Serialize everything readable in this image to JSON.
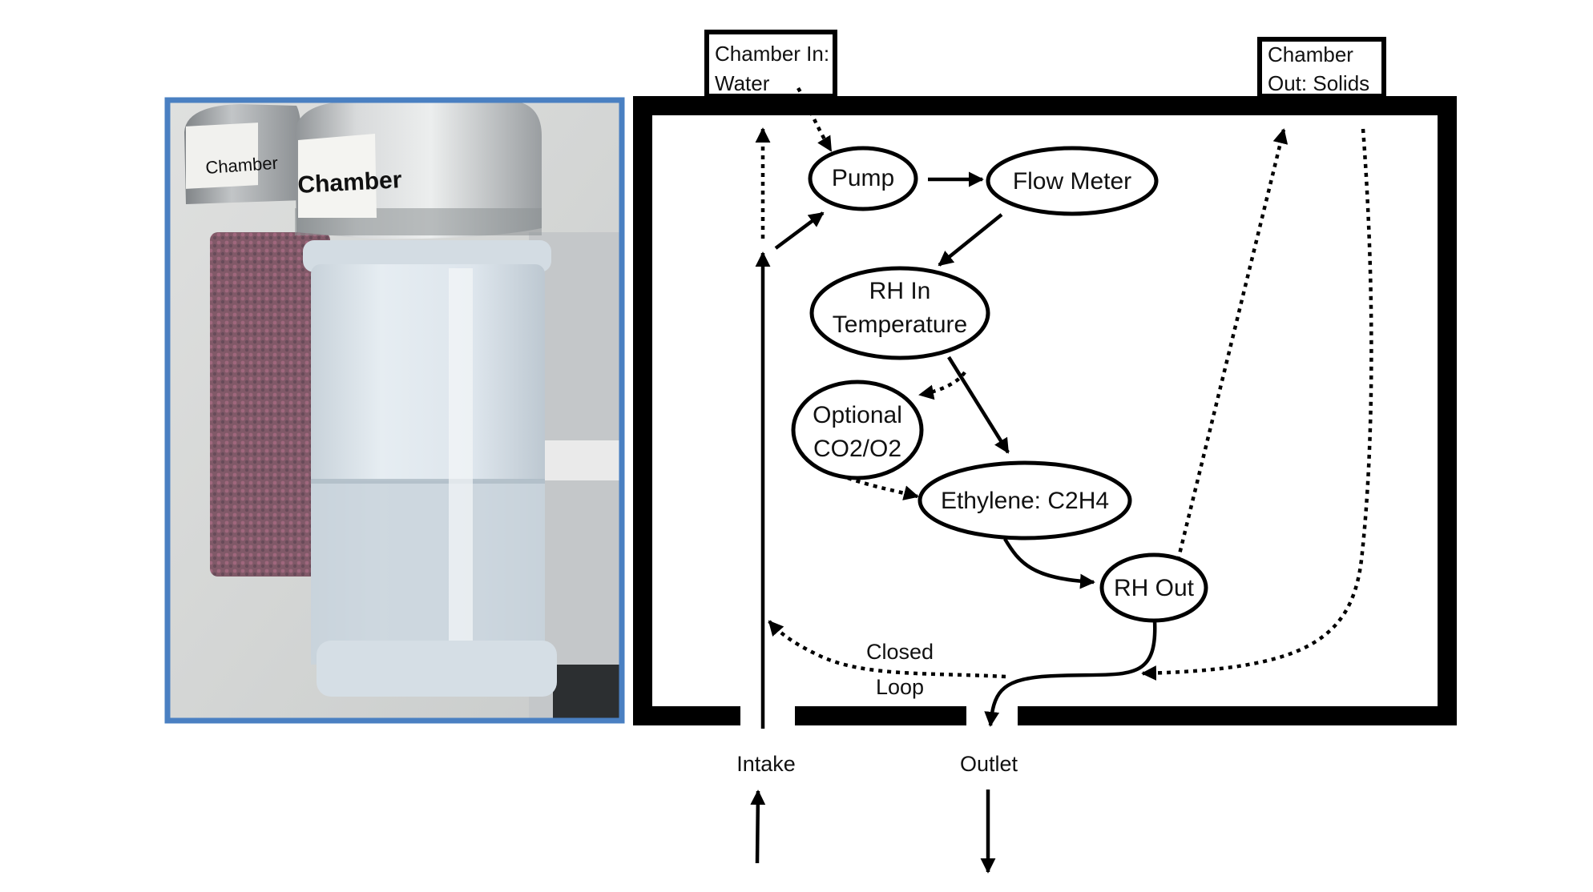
{
  "photo": {
    "cap_front_text": "Chamber",
    "cap_back_text": "Chamber",
    "colors": {
      "frame": "#4a80c2",
      "cap_metal": "#c9ccce",
      "container_plastic": "#dfe7ee",
      "water": "#c6d2d9",
      "beads": "#6e3a4e"
    }
  },
  "diagram": {
    "chamber_in": {
      "line1": "Chamber In:",
      "line2": "Water"
    },
    "chamber_out": {
      "line1": "Chamber",
      "line2": "Out: Solids"
    },
    "nodes": {
      "pump": "Pump",
      "flow_meter": "Flow Meter",
      "rh_in_line1": "RH In",
      "rh_in_line2": "Temperature",
      "optional_line1": "Optional",
      "optional_line2": "CO2/O2",
      "ethylene": "Ethylene: C2H4",
      "rh_out": "RH Out"
    },
    "closed_loop": {
      "line1": "Closed",
      "line2": "Loop"
    },
    "intake": "Intake",
    "outlet": "Outlet"
  }
}
